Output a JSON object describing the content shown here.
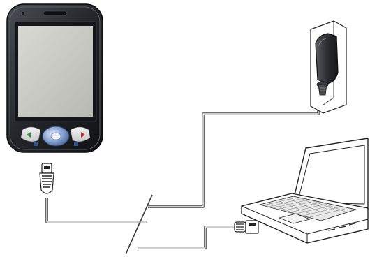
{
  "diagram": {
    "devices": [
      {
        "name": "pda-device",
        "icon": "pda-icon"
      },
      {
        "name": "wall-charger",
        "icon": "power-adapter-icon"
      },
      {
        "name": "laptop-computer",
        "icon": "laptop-icon"
      }
    ],
    "connectors": [
      {
        "name": "mini-usb-plug",
        "icon": "mini-usb-plug-icon"
      },
      {
        "name": "usb-a-plug",
        "icon": "usb-plug-icon"
      }
    ],
    "cable_color": "#3a3a3a",
    "device_body_color": "#2b2d31",
    "screen_color": "#cfcfca",
    "accent_color": "#5a7fb8"
  }
}
